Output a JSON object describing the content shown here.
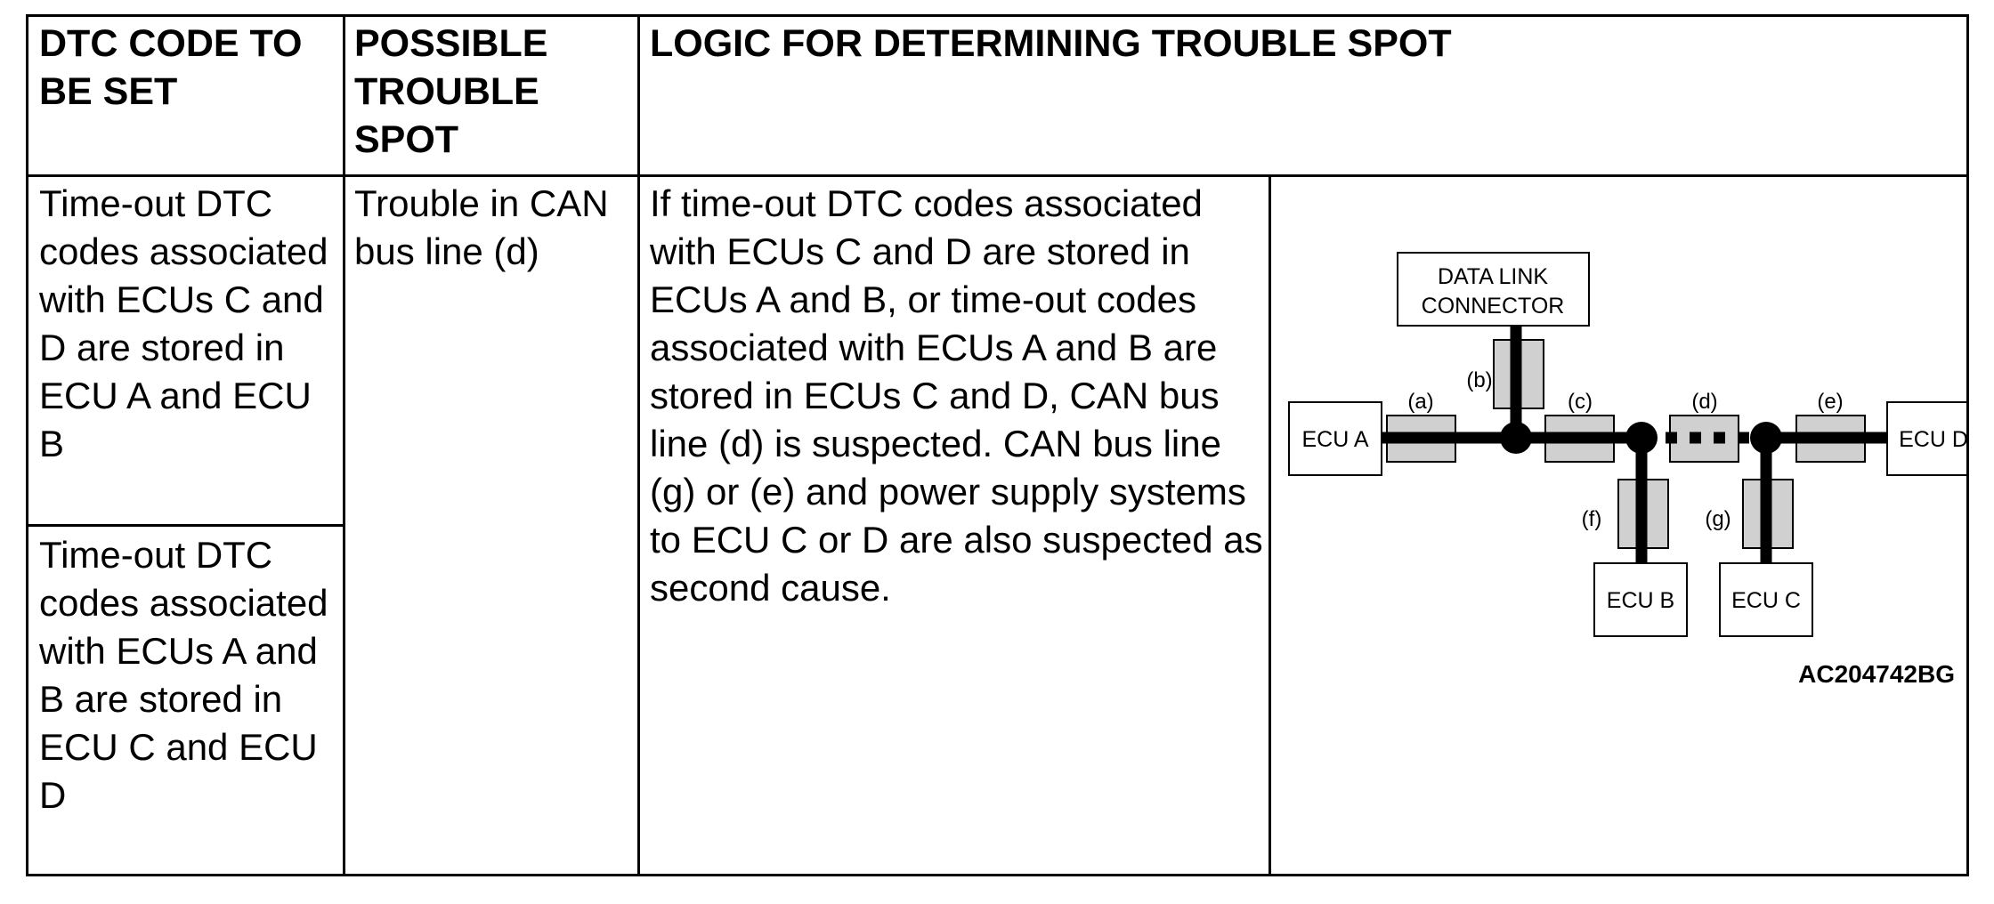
{
  "header": {
    "col1": "DTC CODE TO BE SET",
    "col2": "POSSIBLE TROUBLE SPOT",
    "col3": "LOGIC FOR DETERMINING TROUBLE SPOT"
  },
  "rows": [
    {
      "dtc": "Time-out DTC codes associated with ECUs C and D are stored in ECU A and ECU B"
    },
    {
      "dtc": "Time-out DTC codes associated with ECUs A and B are stored in ECU C and ECU D"
    }
  ],
  "trouble_spot": "Trouble in CAN bus line (d)",
  "logic_text": "If time-out DTC codes associated with ECUs C and D are stored in ECUs A and B, or time-out codes associated with ECUs A and B are stored in ECUs C and D, CAN bus line (d) is suspected. CAN bus line (g) or (e) and power supply systems to ECU C or D are also suspected as second cause.",
  "diagram": {
    "connector_line1": "DATA LINK",
    "connector_line2": "CONNECTOR",
    "ecu_a": "ECU A",
    "ecu_b": "ECU B",
    "ecu_c": "ECU C",
    "ecu_d": "ECU D",
    "label_a": "(a)",
    "label_b": "(b)",
    "label_c": "(c)",
    "label_d": "(d)",
    "label_e": "(e)",
    "label_f": "(f)",
    "label_g": "(g)",
    "figure_code": "AC204742BG",
    "faulty_segment": "(d)"
  }
}
